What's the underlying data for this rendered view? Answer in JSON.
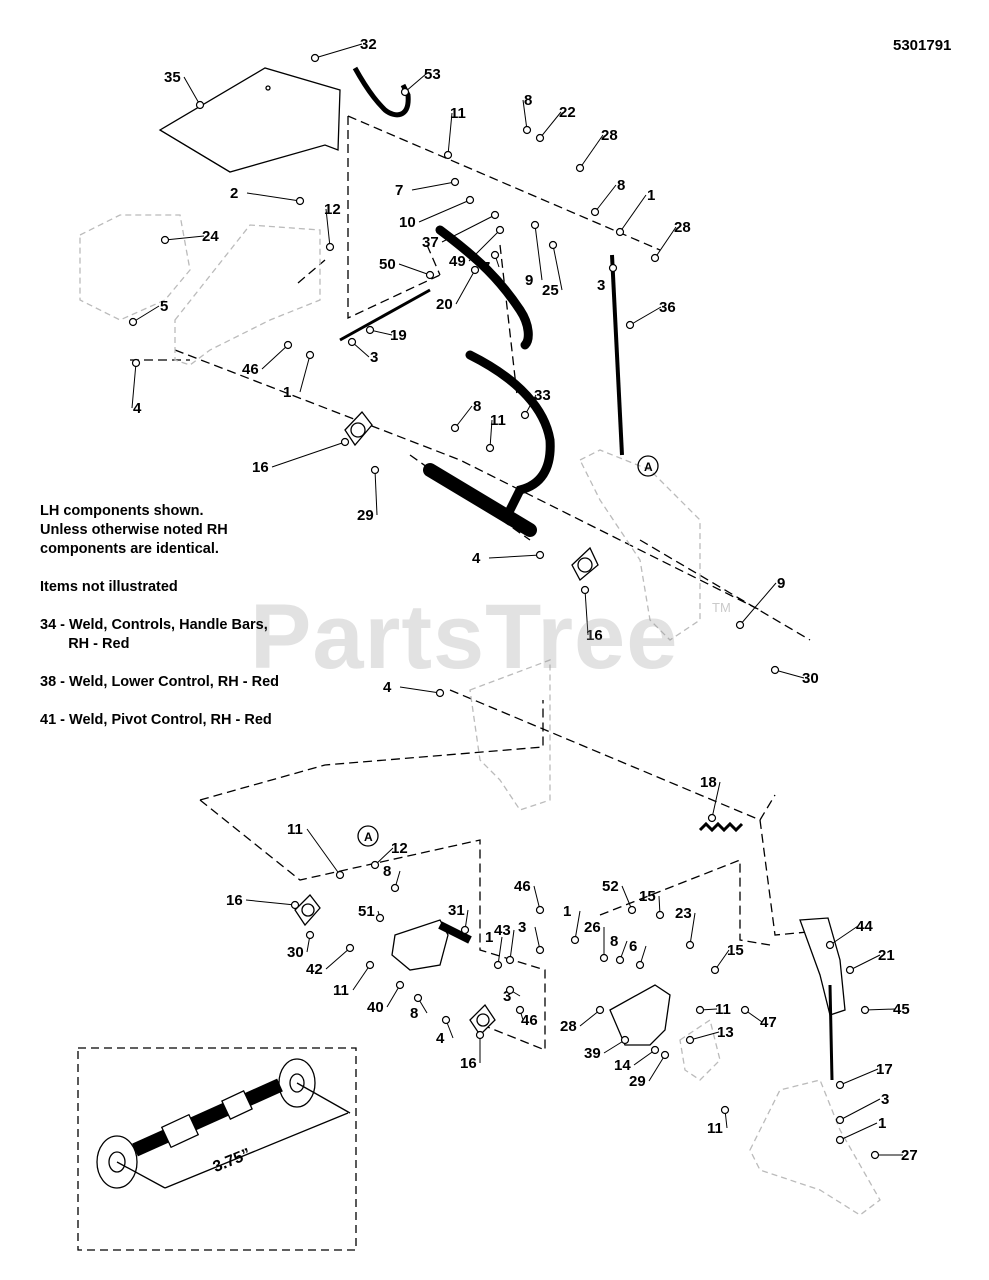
{
  "document_number": "5301791",
  "watermark": "PartsTree",
  "watermark_mark": "TM",
  "notes": {
    "lines": [
      "LH components shown.",
      "Unless otherwise noted RH",
      "components are identical."
    ],
    "not_illustrated_heading": "Items not illustrated",
    "not_illustrated": [
      [
        "34 - Weld, Controls, Handle Bars,",
        "       RH - Red"
      ],
      [
        "38 - Weld, Lower Control, RH - Red"
      ],
      [
        "41 - Weld, Pivot Control, RH - Red"
      ]
    ]
  },
  "dimension_label": "3.75”",
  "reference_marker": "A",
  "callouts": [
    "32",
    "53",
    "35",
    "8",
    "22",
    "11",
    "28",
    "7",
    "8",
    "1",
    "10",
    "37",
    "28",
    "2",
    "12",
    "24",
    "49",
    "7",
    "9",
    "25",
    "3",
    "50",
    "20",
    "36",
    "19",
    "5",
    "3",
    "46",
    "1",
    "4",
    "33",
    "8",
    "11",
    "16",
    "29",
    "4",
    "16",
    "9",
    "30",
    "4",
    "18",
    "11",
    "12",
    "8",
    "46",
    "52",
    "15",
    "1",
    "16",
    "51",
    "31",
    "26",
    "23",
    "30",
    "3",
    "43",
    "6",
    "8",
    "15",
    "44",
    "21",
    "42",
    "11",
    "40",
    "1",
    "8",
    "4",
    "3",
    "46",
    "28",
    "11",
    "47",
    "45",
    "16",
    "39",
    "14",
    "13",
    "29",
    "17",
    "11",
    "3",
    "1",
    "27"
  ]
}
